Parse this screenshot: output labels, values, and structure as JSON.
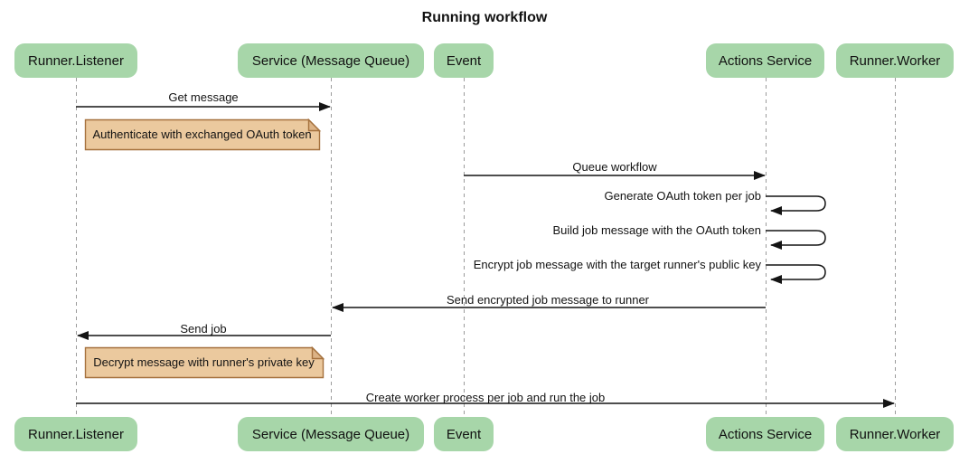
{
  "title": "Running workflow",
  "participants": [
    {
      "label": "Runner.Listener"
    },
    {
      "label": "Service (Message Queue)"
    },
    {
      "label": "Event"
    },
    {
      "label": "Actions Service"
    },
    {
      "label": "Runner.Worker"
    }
  ],
  "messages": [
    {
      "type": "arrow",
      "from": "Runner.Listener",
      "to": "Service (Message Queue)",
      "label": "Get message"
    },
    {
      "type": "note",
      "over": "Runner.Listener",
      "label": "Authenticate with exchanged OAuth token"
    },
    {
      "type": "arrow",
      "from": "Event",
      "to": "Actions Service",
      "label": "Queue workflow"
    },
    {
      "type": "self",
      "actor": "Actions Service",
      "label": "Generate OAuth token per job"
    },
    {
      "type": "self",
      "actor": "Actions Service",
      "label": "Build job message with the OAuth token"
    },
    {
      "type": "self",
      "actor": "Actions Service",
      "label": "Encrypt job message with the target runner's public key"
    },
    {
      "type": "arrow",
      "from": "Actions Service",
      "to": "Service (Message Queue)",
      "label": "Send encrypted job message to runner"
    },
    {
      "type": "arrow",
      "from": "Service (Message Queue)",
      "to": "Runner.Listener",
      "label": "Send job"
    },
    {
      "type": "note",
      "over": "Runner.Listener",
      "label": "Decrypt message with runner's private key"
    },
    {
      "type": "arrow",
      "from": "Runner.Listener",
      "to": "Runner.Worker",
      "label": "Create worker process per job and run the job"
    }
  ],
  "colors": {
    "actor_fill": "#A7D6A9",
    "note_fill": "#EBC99E",
    "note_fold": "#DCB386",
    "note_border": "#A5713D",
    "lifeline": "#9B9B9B",
    "line": "#141414",
    "text": "#111111"
  }
}
